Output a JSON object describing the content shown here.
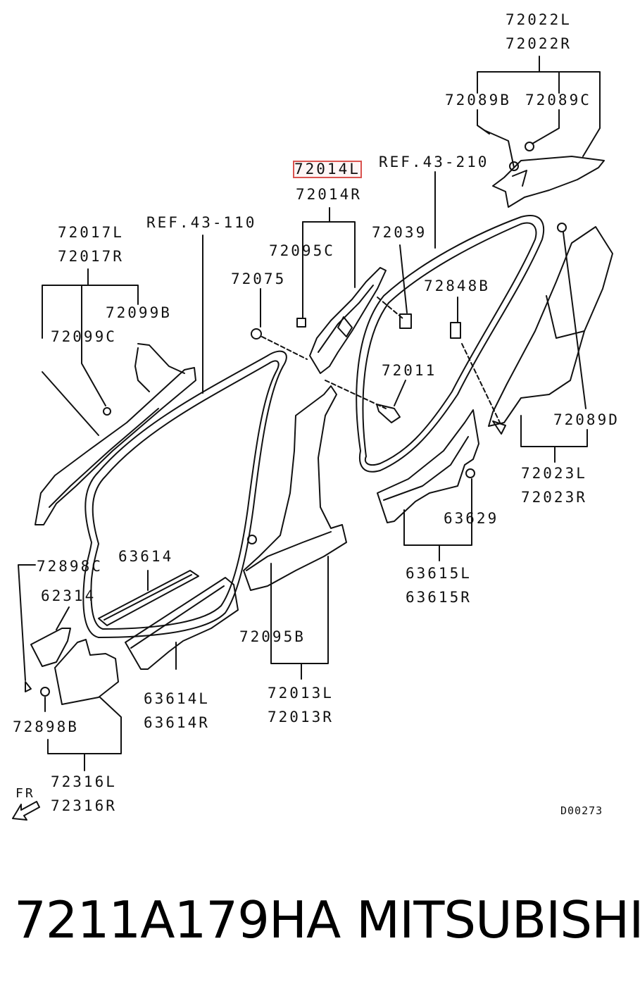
{
  "diagram": {
    "labels": {
      "l72022L": "72022L",
      "l72022R": "72022R",
      "l72089B": "72089B",
      "l72089C": "72089C",
      "l72014L": "72014L",
      "l72014R": "72014R",
      "lRef43210": "REF.43-210",
      "lRef43110": "REF.43-110",
      "l72017L": "72017L",
      "l72017R": "72017R",
      "l72099B": "72099B",
      "l72099C": "72099C",
      "l72095C": "72095C",
      "l72075": "72075",
      "l72039": "72039",
      "l72848B": "72848B",
      "l72011": "72011",
      "l72089D": "72089D",
      "l72023L": "72023L",
      "l72023R": "72023R",
      "l63629": "63629",
      "l63615L": "63615L",
      "l63615R": "63615R",
      "l63614": "63614",
      "l72898C": "72898C",
      "l62314": "62314",
      "l72095B": "72095B",
      "l63614L": "63614L",
      "l63614R": "63614R",
      "l72013L": "72013L",
      "l72013R": "72013R",
      "l72898B": "72898B",
      "l72316L": "72316L",
      "l72316R": "72316R",
      "lFR": "FR",
      "lCode": "D00273"
    },
    "highlighted_part": "72014L"
  },
  "footer": {
    "part_number": "7211A179HA",
    "brand": "MITSUBISHI"
  }
}
